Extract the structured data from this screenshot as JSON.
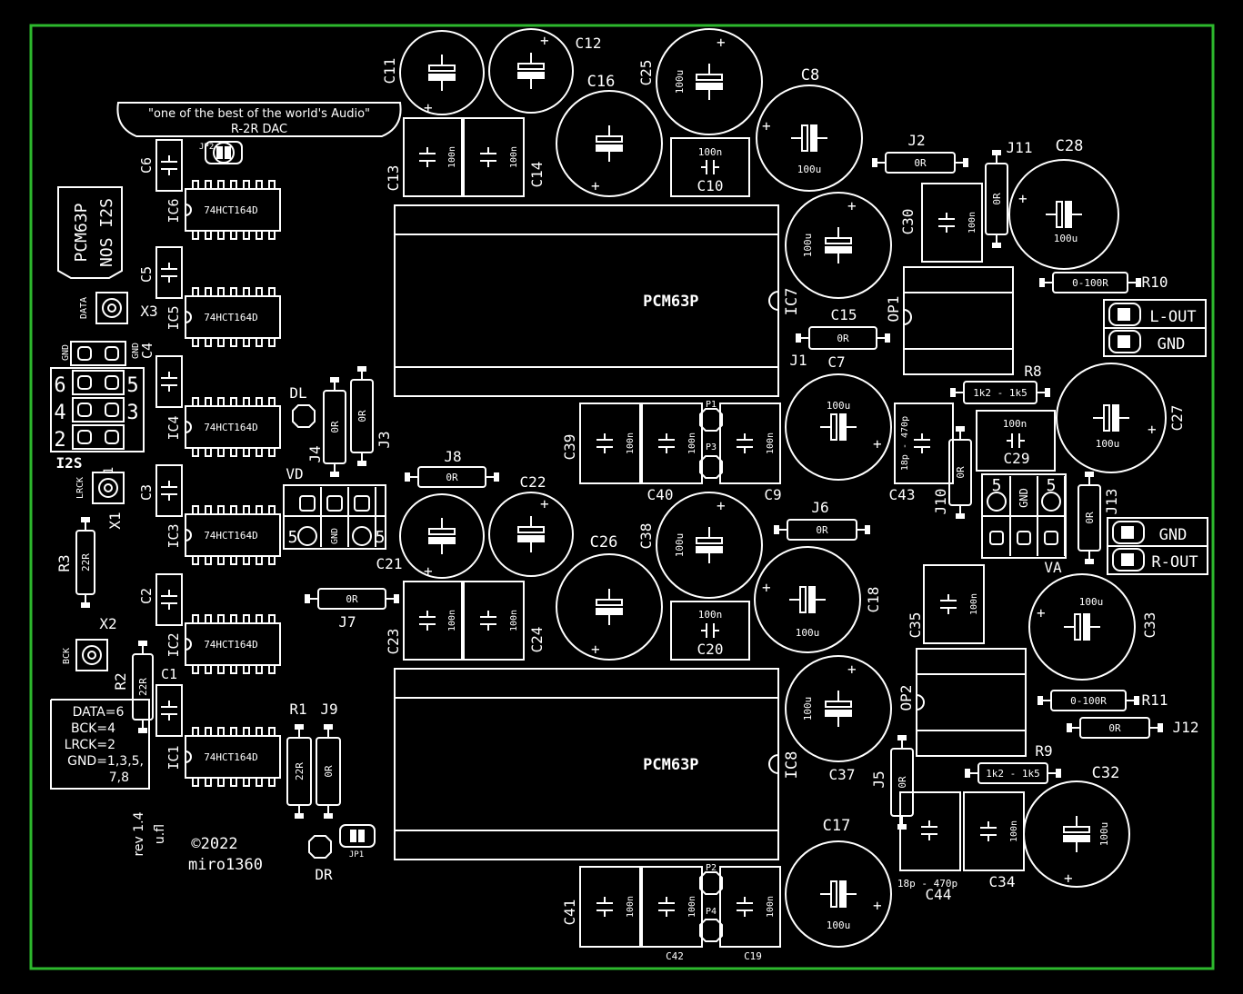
{
  "board": {
    "outline_color": "#2db82d",
    "silk_color": "#ffffff",
    "background": "#000000"
  },
  "banner": {
    "line1": "\"one of the best of the world's Audio\"",
    "line2": "R-2R DAC"
  },
  "badge": {
    "line1": "PCM63P",
    "line2": "NOS I2S"
  },
  "info_box": [
    "DATA=6",
    "BCK=4",
    "LRCK=2",
    "GND=1,3,5,",
    "7,8"
  ],
  "footer": {
    "rev": "rev 1.4",
    "ufl": "u.fl",
    "copyright": "©2022",
    "author": "miro1360"
  },
  "ics": [
    {
      "ref": "IC6",
      "value": "74HCT164D"
    },
    {
      "ref": "IC5",
      "value": "74HCT164D"
    },
    {
      "ref": "IC4",
      "value": "74HCT164D"
    },
    {
      "ref": "IC3",
      "value": "74HCT164D"
    },
    {
      "ref": "IC2",
      "value": "74HCT164D"
    },
    {
      "ref": "IC1",
      "value": "74HCT164D"
    }
  ],
  "dacs": [
    {
      "ref": "IC7",
      "value": "PCM63P"
    },
    {
      "ref": "IC8",
      "value": "PCM63P"
    }
  ],
  "opamps": [
    "OP1",
    "OP2"
  ],
  "labels": {
    "C11": "C11",
    "C12": "C12",
    "C16": "C16",
    "C25": "C25",
    "C8": "C8",
    "C6": "C6",
    "JP2": "JP2",
    "C13": "C13",
    "C14": "C14",
    "C10": "C10",
    "J2": "J2",
    "J11": "J11",
    "C28": "C28",
    "C30": "C30",
    "C5": "C5",
    "X3": "X3",
    "DATA": "DATA",
    "GND_a": "GND",
    "GND_b": "GND",
    "C4": "C4",
    "C15": "C15",
    "R10": "R10",
    "J1": "J1",
    "C7": "C7",
    "R8": "R8",
    "DL": "DL",
    "J4": "J4",
    "J3": "J3",
    "C27": "C27",
    "C39": "C39",
    "C40": "C40",
    "C9": "C9",
    "C43": "C43",
    "C29": "C29",
    "J10": "J10",
    "J13": "J13",
    "I2S": "I2S",
    "LRCK": "LRCK",
    "X1": "X1",
    "C3": "C3",
    "J8": "J8",
    "C22": "C22",
    "VD": "VD",
    "C26": "C26",
    "C38": "C38",
    "J6": "J6",
    "VA": "VA",
    "R3": "R3",
    "C21": "C21",
    "C18": "C18",
    "C2": "C2",
    "X2": "X2",
    "C35": "C35",
    "C33": "C33",
    "J7": "J7",
    "C23": "C23",
    "C24": "C24",
    "C20": "C20",
    "BCK": "BCK",
    "R2": "R2",
    "C1": "C1",
    "R11": "R11",
    "J12": "J12",
    "R1": "R1",
    "J9": "J9",
    "C37": "C37",
    "R9": "R9",
    "C32": "C32",
    "J5": "J5",
    "JP1": "JP1",
    "DR": "DR",
    "C17": "C17",
    "C44": "C44",
    "C34": "C34",
    "C41": "C41",
    "C42": "C42",
    "C19": "C19",
    "P1": "P1",
    "P2": "P2",
    "P3": "P3",
    "P4": "P4"
  },
  "connectors": {
    "lout": [
      "L-OUT",
      "GND"
    ],
    "rout": [
      "GND",
      "R-OUT"
    ],
    "i2s_pins": [
      "6",
      "5",
      "4",
      "3",
      "2",
      "1"
    ],
    "vd_pins": [
      "5",
      "GND",
      "5"
    ],
    "va_pins": [
      "5",
      "GND",
      "5"
    ]
  },
  "values": {
    "r100n": "100n",
    "r100u": "100u",
    "r0R": "0R",
    "r22R": "22R",
    "r0_100R": "0-100R",
    "r1k2": "1k2 - 1k5",
    "r18p": "18p - 470p"
  }
}
